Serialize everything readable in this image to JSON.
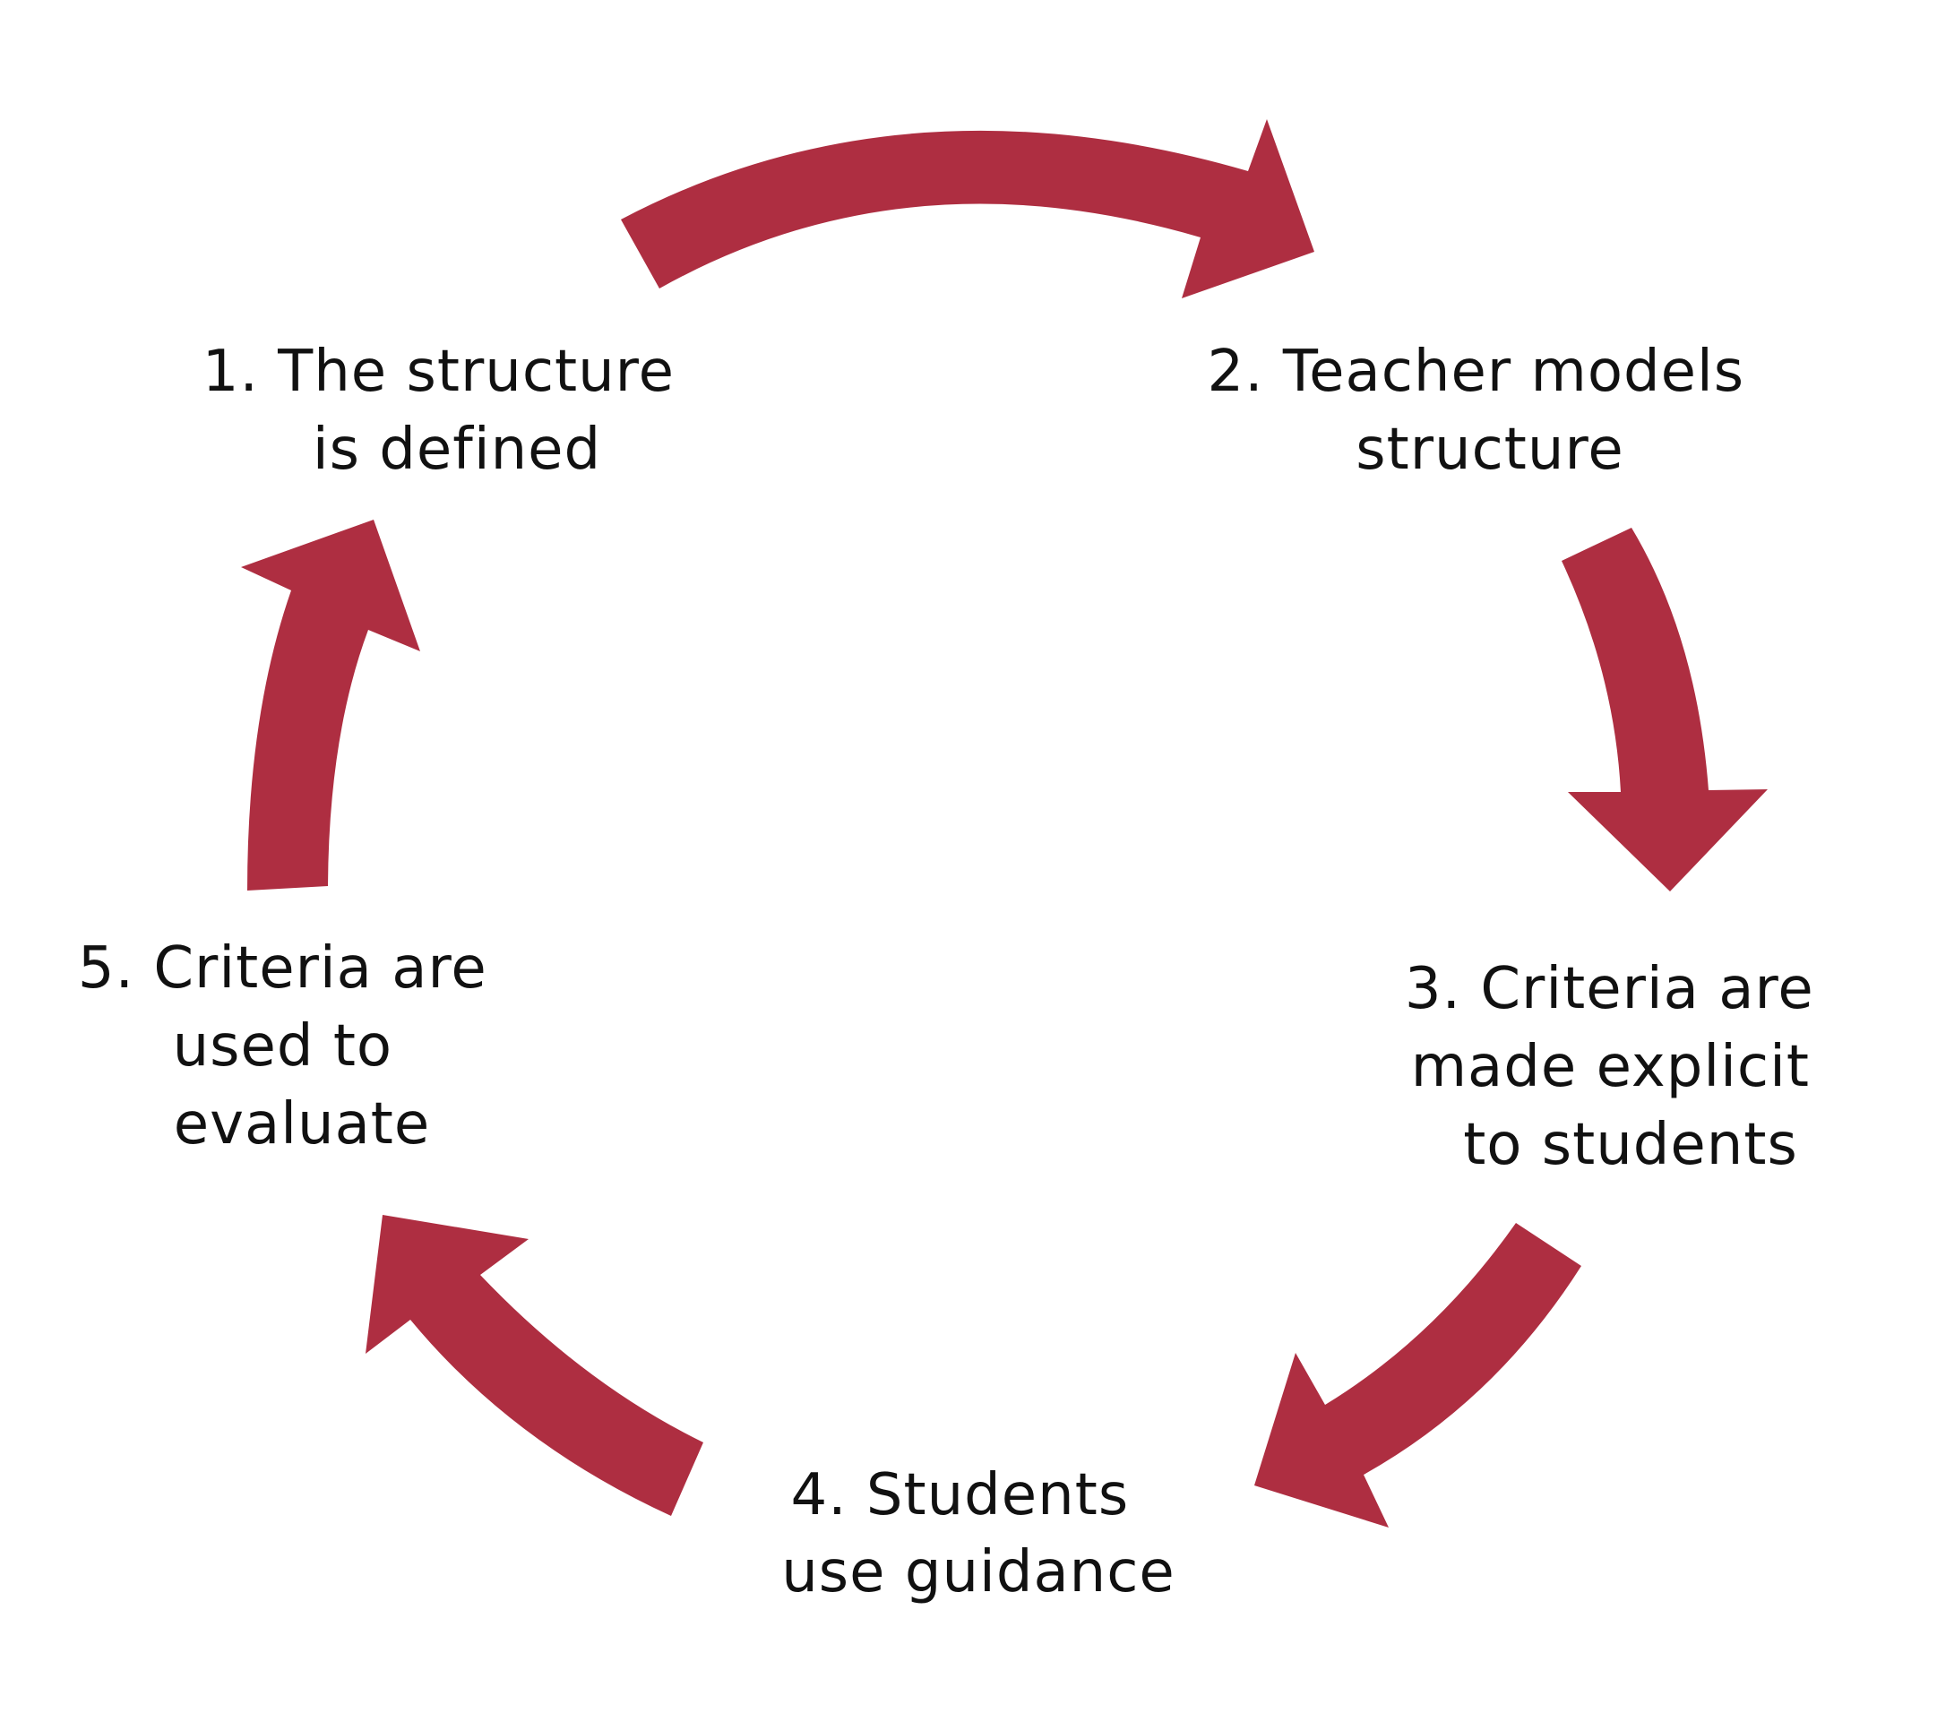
{
  "colors": {
    "arrow": "#AE2E41",
    "text": "#111111",
    "background": "#FFFFFF"
  },
  "stages": [
    {
      "lines": [
        "1. The structure",
        "is defined"
      ]
    },
    {
      "lines": [
        "2. Teacher models",
        "structure"
      ]
    },
    {
      "lines": [
        "3. Criteria are",
        "made explicit",
        "to students"
      ]
    },
    {
      "lines": [
        "4. Students",
        "use guidance"
      ]
    },
    {
      "lines": [
        "5. Criteria are",
        "used to",
        "evaluate"
      ]
    }
  ],
  "arrows": [
    {
      "from": "stage-1",
      "to": "stage-2"
    },
    {
      "from": "stage-2",
      "to": "stage-3"
    },
    {
      "from": "stage-3",
      "to": "stage-4"
    },
    {
      "from": "stage-4",
      "to": "stage-5"
    },
    {
      "from": "stage-5",
      "to": "stage-1"
    }
  ]
}
